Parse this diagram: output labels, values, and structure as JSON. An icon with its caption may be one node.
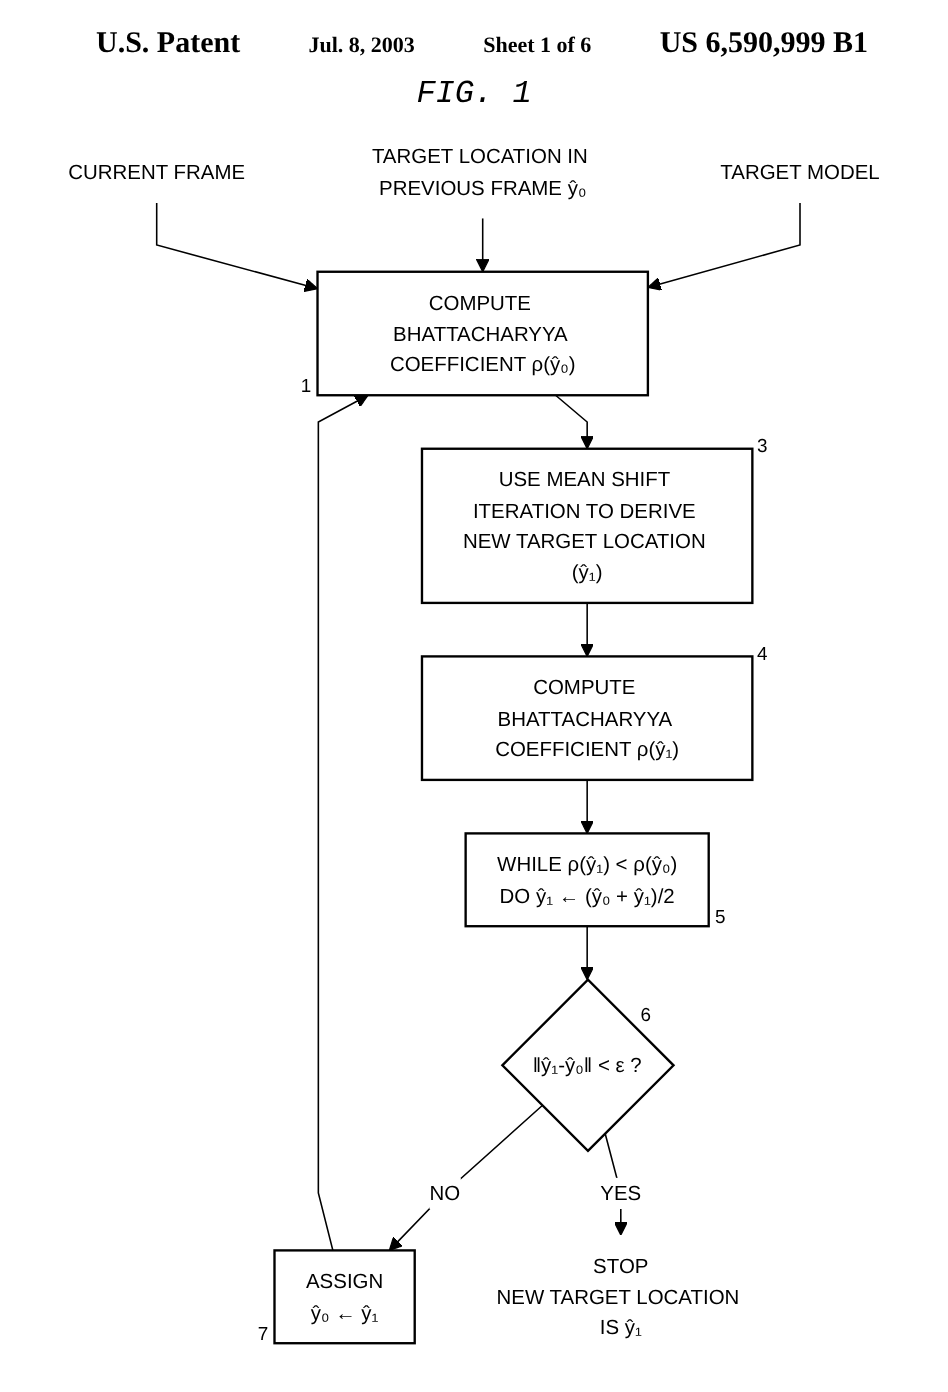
{
  "diagram": {
    "title": "FIG. 1",
    "nodes": [
      {
        "text": [
          "TARGET MODEL"
        ]
      },
      {
        "text": [
          "TARGET LOCATION IN PREVIOUS FRAME ŷ₀"
        ]
      },
      {
        "text": [
          "CURRENT FRAME"
        ]
      },
      {
        "text": [
          "COMPUTE BHATTACHARYYA COEFFICIENT ρ(ŷ₀)"
        ],
        "beside": [
          "1"
        ]
      },
      {
        "text": [
          "USE MEAN SHIFT ITERATION TO DERIVE NEW TARGET LOCATION (ŷ₁)"
        ],
        "beside": [
          "3"
        ]
      },
      {
        "text": [
          "COMPUTE BHATTACHARYYA COEFFICIENT ρ(ŷ₁)"
        ],
        "beside": [
          "4"
        ]
      },
      {
        "text": [
          "ASSIGN",
          "ŷ₀ ← ŷ₁"
        ],
        "beside": [
          "7"
        ]
      },
      {
        "text": [
          "‖ŷ₁-ŷ₀‖ < ε ?"
        ],
        "beside": [
          "6"
        ]
      },
      {
        "text": [
          "WHILE ρ(ŷ₁) < ρ(ŷ₀)",
          "DO ŷ₁ ← (ŷ₀ + ŷ₁)/2"
        ],
        "beside": [
          "5"
        ]
      },
      {
        "text": [
          "STOP",
          "NEW TARGET LOCATION IS ŷ₁"
        ]
      }
    ],
    "edges": [
      {
        "from": 0,
        "to": 3,
        "arrow": "to"
      },
      {
        "from": 1,
        "to": 3,
        "arrow": "to"
      },
      {
        "from": 2,
        "to": 3,
        "arrow": "to"
      },
      {
        "from": 3,
        "to": 4,
        "arrow": "to"
      },
      {
        "from": 4,
        "to": 5,
        "arrow": "to"
      },
      {
        "from": 5,
        "to": 8,
        "arrow": "to"
      },
      {
        "from": 8,
        "to": 7,
        "arrow": "to"
      },
      {
        "from": 7,
        "to": 6,
        "arrow": "to",
        "label": "NO"
      },
      {
        "from": 7,
        "to": 9,
        "arrow": "to",
        "label": "YES"
      },
      {
        "from": 6,
        "to": 3,
        "arrow": "to"
      }
    ],
    "labels": [
      "U.S. Patent",
      "Jul. 8, 2003",
      "Sheet 1 of 6",
      "US 6,590,999 B1"
    ]
  }
}
